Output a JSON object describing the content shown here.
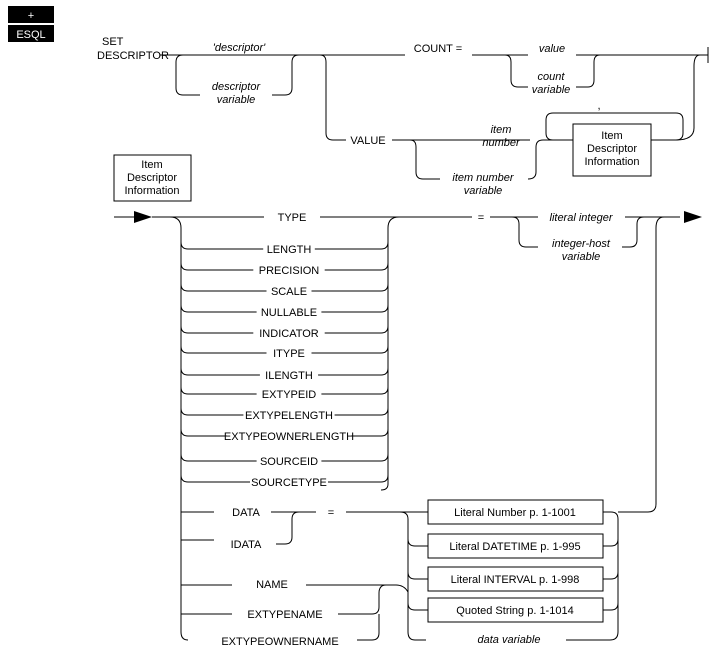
{
  "badge": {
    "plus": "+",
    "esql": "ESQL"
  },
  "statement": {
    "set": "SET",
    "descriptor": "DESCRIPTOR",
    "descriptor_quoted": "'descriptor'",
    "descriptor_variable_1": "descriptor",
    "descriptor_variable_2": "variable",
    "count": "COUNT =",
    "value_opt": "value",
    "count_variable_1": "count",
    "count_variable_2": "variable",
    "value_kw": "VALUE",
    "item_number_1": "item",
    "item_number_2": "number",
    "item_number_variable_1": "item number",
    "item_number_variable_2": "variable",
    "comma": ",",
    "item_descriptor_box_1": "Item",
    "item_descriptor_box_2": "Descriptor",
    "item_descriptor_box_3": "Information"
  },
  "item_info": {
    "title_1": "Item",
    "title_2": "Descriptor",
    "title_3": "Information",
    "fields": [
      "TYPE",
      "LENGTH",
      "PRECISION",
      "SCALE",
      "NULLABLE",
      "INDICATOR",
      "ITYPE",
      "ILENGTH",
      "EXTYPEID",
      "EXTYPELENGTH",
      "EXTYPEOWNERLENGTH",
      "SOURCEID",
      "SOURCETYPE"
    ],
    "equals": "=",
    "literal_integer": "literal integer",
    "integer_host_variable_1": "integer-host",
    "integer_host_variable_2": "variable",
    "data": "DATA",
    "idata": "IDATA",
    "name": "NAME",
    "extypename": "EXTYPENAME",
    "extypeownername": "EXTYPEOWNERNAME",
    "literals": [
      "Literal Number p. 1-1001",
      "Literal DATETIME p. 1-995",
      "Literal INTERVAL p. 1-998",
      "Quoted String p. 1-1014"
    ],
    "data_variable": "data variable"
  }
}
